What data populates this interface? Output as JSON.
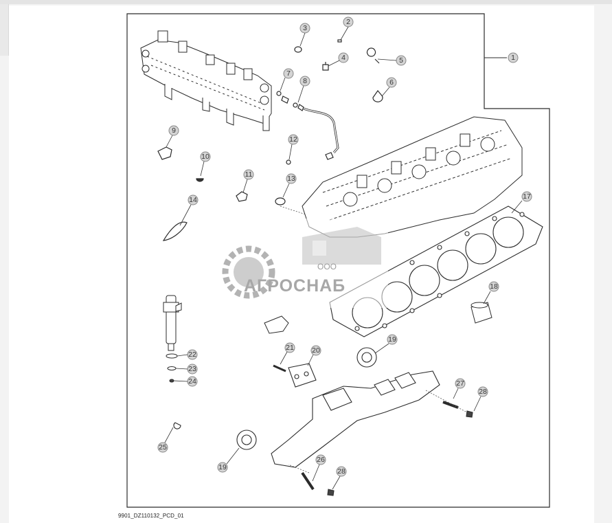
{
  "figure_code": "9901_DZ110132_PCD_01",
  "watermark": {
    "small_text": "ООО",
    "brand_text": "АГРОСНАБ",
    "color": "#9a9a9a"
  },
  "callouts": [
    "1",
    "2",
    "3",
    "4",
    "5",
    "6",
    "7",
    "8",
    "9",
    "10",
    "11",
    "12",
    "13",
    "14",
    "17",
    "18",
    "19",
    "20",
    "21",
    "22",
    "23",
    "24",
    "25",
    "26",
    "27",
    "28",
    "19",
    "28"
  ],
  "colors": {
    "line": "#2b2b2b",
    "callout_fill": "#d4d4d4",
    "callout_stroke": "#888888"
  }
}
